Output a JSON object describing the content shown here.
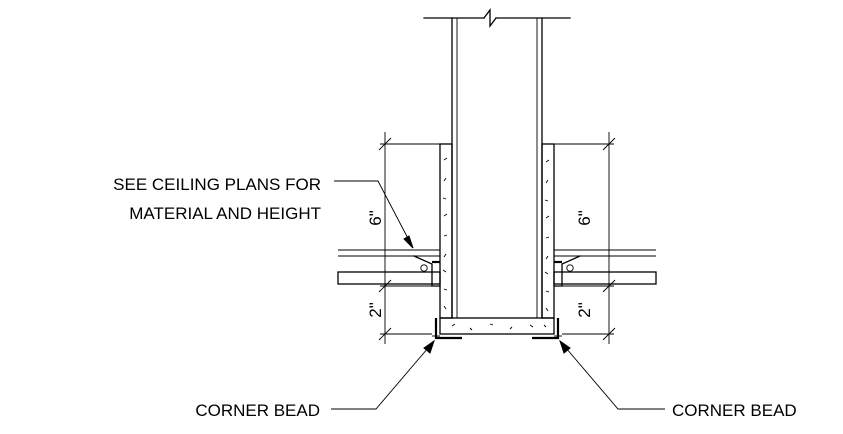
{
  "notes": {
    "ceiling_line_1": "SEE CEILING PLANS FOR",
    "ceiling_line_2": "MATERIAL AND HEIGHT",
    "corner_bead_left": "CORNER BEAD",
    "corner_bead_right": "CORNER BEAD"
  },
  "dimensions": {
    "left_upper": "6\"",
    "left_lower": "2\"",
    "right_upper": "6\"",
    "right_lower": "2\""
  }
}
